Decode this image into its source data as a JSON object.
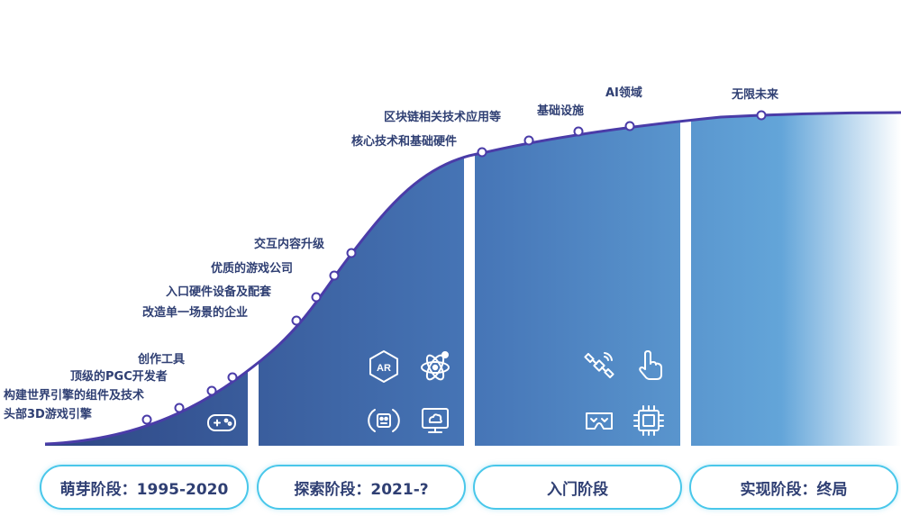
{
  "colors": {
    "curve": "#4a3ca8",
    "area_dark": "#2e4684",
    "area_mid": "#4777b8",
    "area_light": "#63a5d9",
    "label": "#2f3f73",
    "pill_border": "#49c7ea"
  },
  "milestones": {
    "m1": "头部3D游戏引擎",
    "m2": "构建世界引擎的组件及技术",
    "m3": "顶级的PGC开发者",
    "m4": "创作工具",
    "m5": "改造单一场景的企业",
    "m6": "入口硬件设备及配套",
    "m7": "优质的游戏公司",
    "m8": "交互内容升级",
    "m9": "核心技术和基础硬件",
    "m10": "区块链相关技术应用等",
    "m11": "基础设施",
    "m12": "AI领域",
    "m13": "无限未来"
  },
  "icons": [
    "game-controller-icon",
    "ar-icon",
    "atom-icon",
    "face-scan-icon",
    "cloud-monitor-icon",
    "satellite-icon",
    "touch-hand-icon",
    "vr-headset-icon",
    "chip-icon"
  ],
  "stages": {
    "s1": "萌芽阶段：1995-2020",
    "s2": "探索阶段：2021-?",
    "s3": "入门阶段",
    "s4": "实现阶段：终局"
  }
}
